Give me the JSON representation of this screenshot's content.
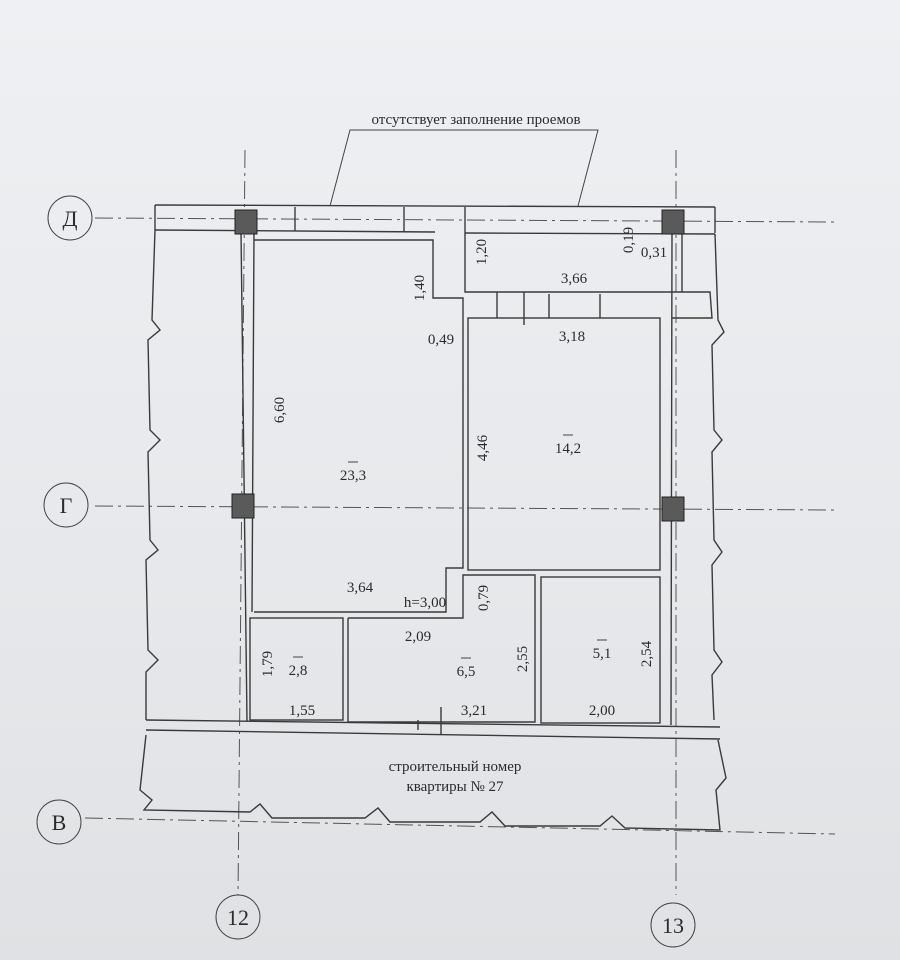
{
  "annotations": {
    "openings_note": "отсутствует заполнение проемов",
    "building_number_line1": "строительный номер",
    "building_number_line2": "квартиры № 27",
    "ceiling_height": "h=3,00"
  },
  "axes": {
    "d": "Д",
    "g": "Г",
    "v": "В",
    "a12": "12",
    "a13": "13"
  },
  "dimensions": {
    "d660": "6,60",
    "d140": "1,40",
    "d049": "0,49",
    "d364": "3,64",
    "d120": "1,20",
    "d366": "3,66",
    "d019": "0,19",
    "d031": "0,31",
    "d318": "3,18",
    "d446": "4,46",
    "d079": "0,79",
    "d209": "2,09",
    "d255": "2,55",
    "d254": "2,54",
    "d179": "1,79",
    "d155": "1,55",
    "d321": "3,21",
    "d200": "2,00"
  },
  "rooms": {
    "r233": "23,3",
    "r142": "14,2",
    "r28": "2,8",
    "r65": "6,5",
    "r51": "5,1"
  }
}
